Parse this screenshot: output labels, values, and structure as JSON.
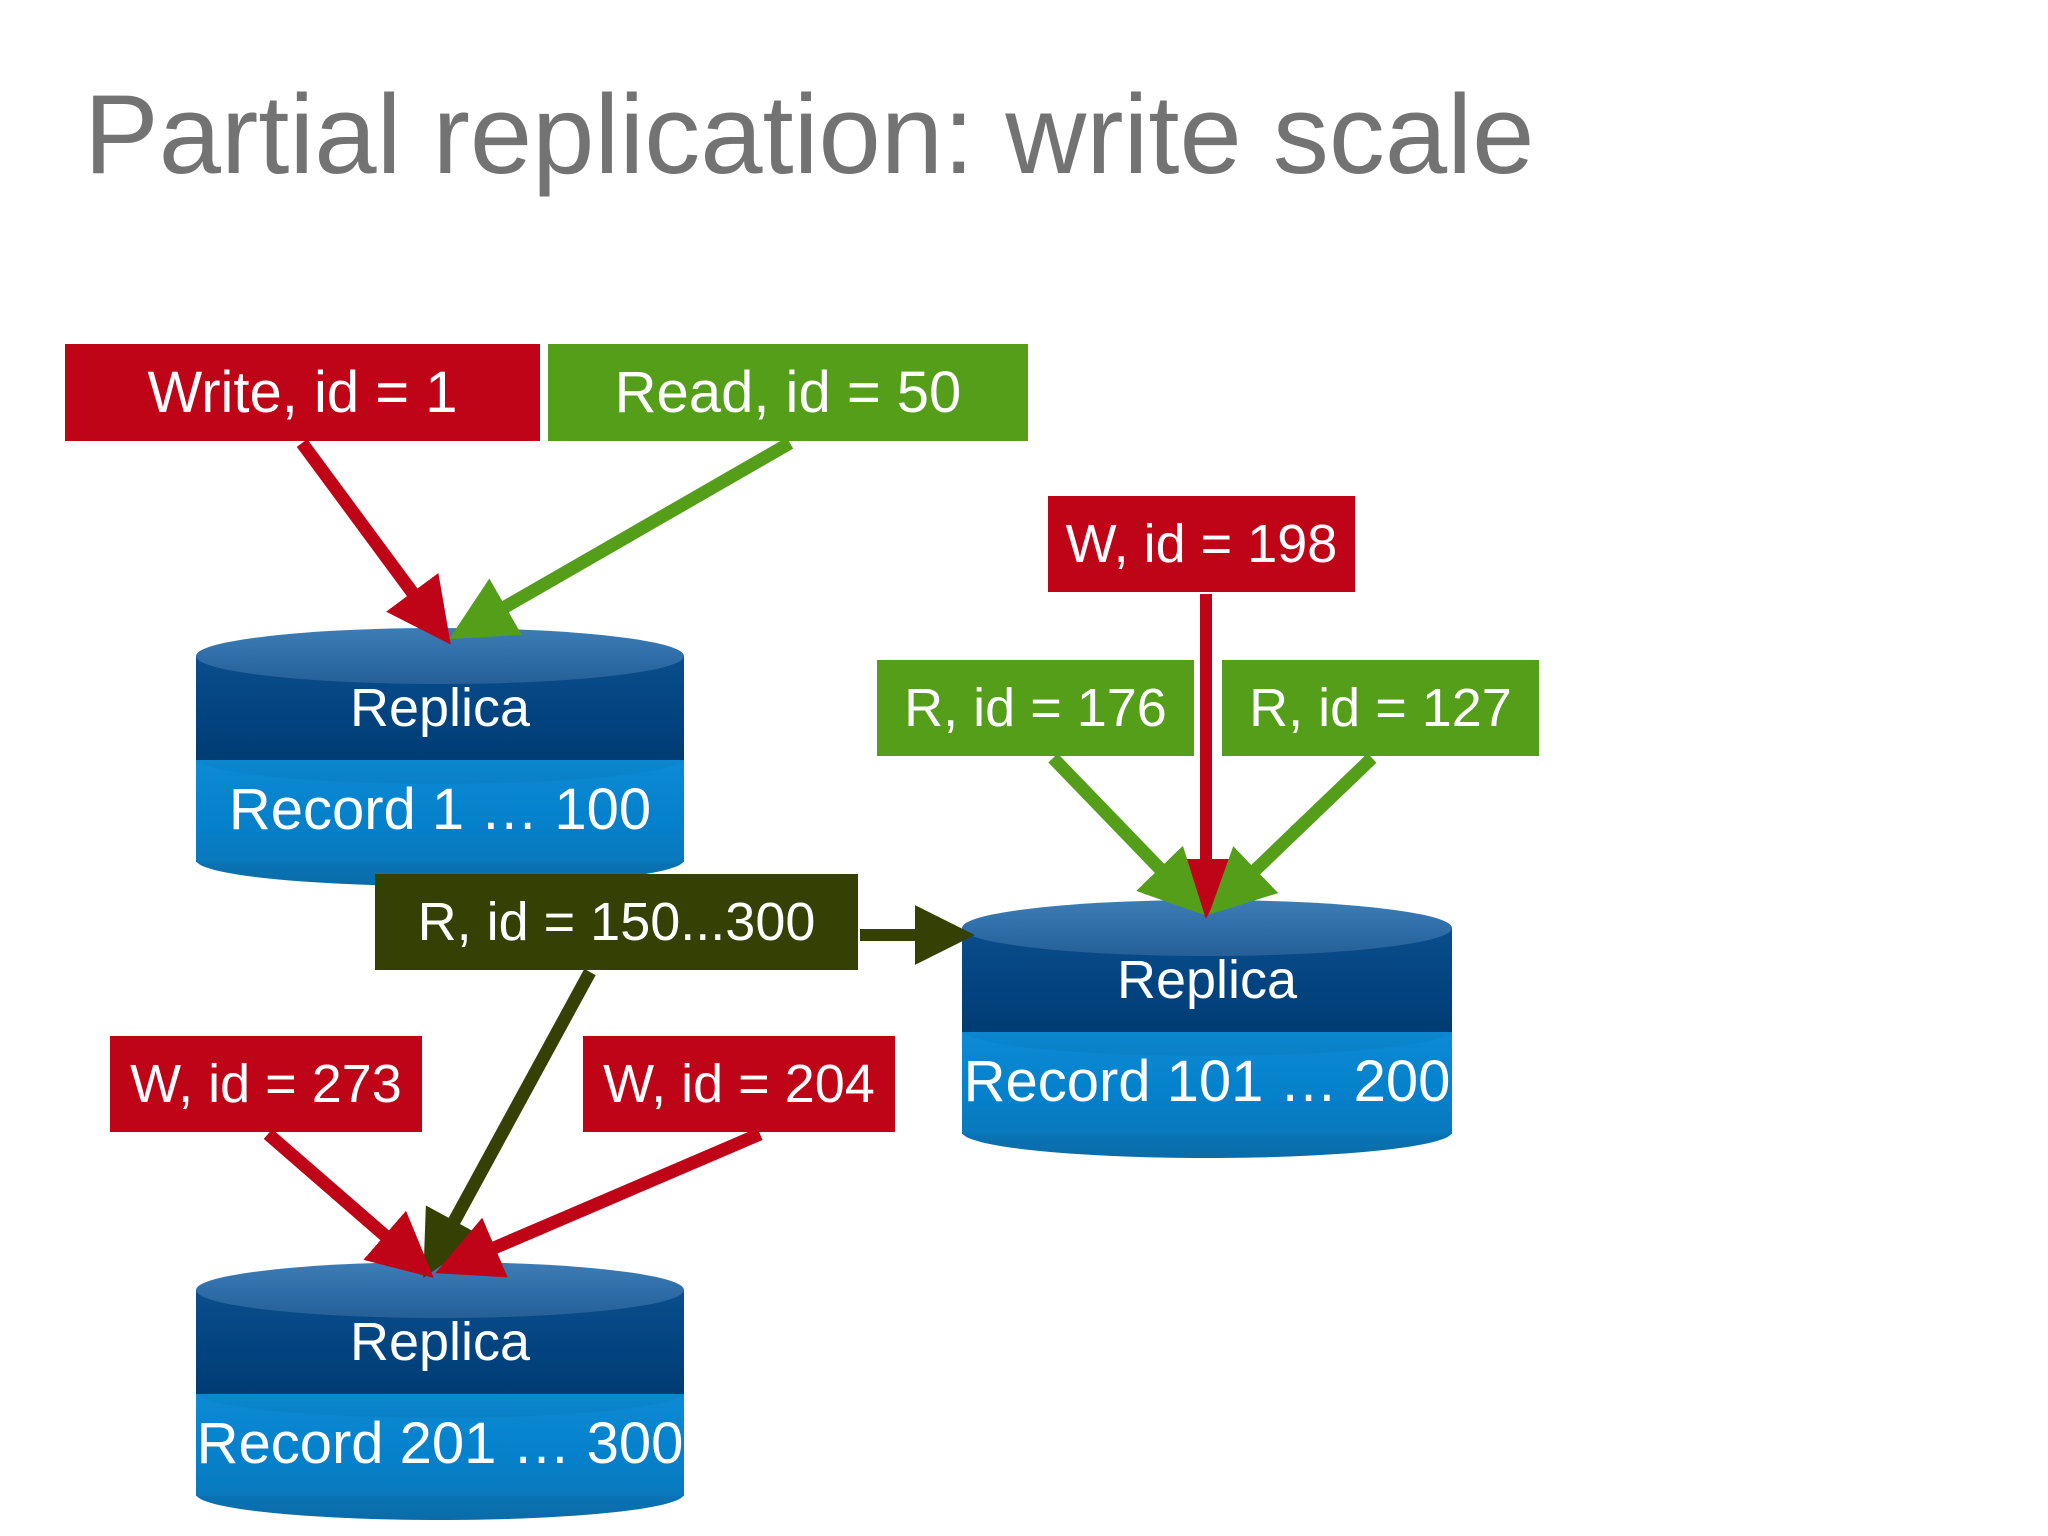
{
  "slide": {
    "title": "Partial replication: write scale",
    "title_color": "#737373",
    "background": "#ffffff"
  },
  "colors": {
    "write_red": "#C00418",
    "read_green": "#549E1A",
    "range_dark_green": "#354005",
    "replica_top_blue": "#02437F",
    "replica_bottom_blue": "#0581CC",
    "title_gray": "#737373"
  },
  "operations": [
    {
      "id": "write-1",
      "label": "Write, id = 1",
      "kind": "write",
      "target": "replica-1-100"
    },
    {
      "id": "read-50",
      "label": "Read, id = 50",
      "kind": "read",
      "target": "replica-1-100"
    },
    {
      "id": "w-198",
      "label": "W, id = 198",
      "kind": "write",
      "target": "replica-101-200"
    },
    {
      "id": "r-176",
      "label": "R, id = 176",
      "kind": "read",
      "target": "replica-101-200"
    },
    {
      "id": "r-127",
      "label": "R, id = 127",
      "kind": "read",
      "target": "replica-101-200"
    },
    {
      "id": "r-range",
      "label": "R, id = 150...300",
      "kind": "range",
      "target": "replica-101-200,replica-201-300"
    },
    {
      "id": "w-273",
      "label": "W, id = 273",
      "kind": "write",
      "target": "replica-201-300"
    },
    {
      "id": "w-204",
      "label": "W, id = 204",
      "kind": "write",
      "target": "replica-201-300"
    }
  ],
  "replicas": [
    {
      "id": "replica-1-100",
      "title": "Replica",
      "records": "Record 1 … 100"
    },
    {
      "id": "replica-101-200",
      "title": "Replica",
      "records": "Record 101 … 200"
    },
    {
      "id": "replica-201-300",
      "title": "Replica",
      "records": "Record 201 … 300"
    }
  ],
  "arrows": [
    {
      "from": "write-1",
      "to": "replica-1-100",
      "color": "#C00418",
      "style": "solid-diagonal"
    },
    {
      "from": "read-50",
      "to": "replica-1-100",
      "color": "#549E1A",
      "style": "solid-diagonal"
    },
    {
      "from": "w-198",
      "to": "replica-101-200",
      "color": "#C00418",
      "style": "solid-vertical"
    },
    {
      "from": "r-176",
      "to": "replica-101-200",
      "color": "#549E1A",
      "style": "solid-diagonal"
    },
    {
      "from": "r-127",
      "to": "replica-101-200",
      "color": "#549E1A",
      "style": "solid-diagonal"
    },
    {
      "from": "r-range",
      "to": "replica-101-200",
      "color": "#354005",
      "style": "solid-horizontal"
    },
    {
      "from": "r-range",
      "to": "replica-201-300",
      "color": "#354005",
      "style": "solid-diagonal"
    },
    {
      "from": "w-273",
      "to": "replica-201-300",
      "color": "#C00418",
      "style": "solid-diagonal"
    },
    {
      "from": "w-204",
      "to": "replica-201-300",
      "color": "#C00418",
      "style": "solid-diagonal"
    }
  ]
}
